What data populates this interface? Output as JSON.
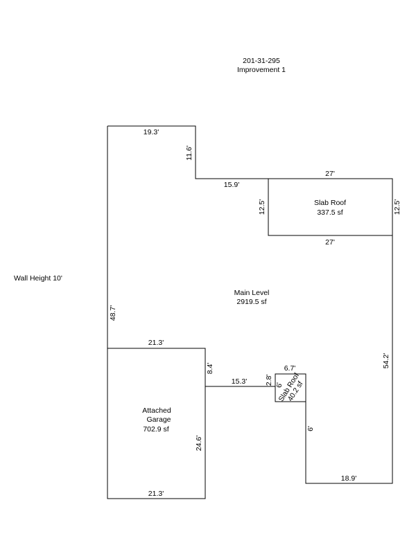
{
  "header": {
    "parcel_id": "201-31-295",
    "improvement": "Improvement 1"
  },
  "wall_height": "Wall Height 10'",
  "main_level": {
    "name": "Main Level",
    "area": "2919.5 sf"
  },
  "slab_roof_upper": {
    "name": "Slab Roof",
    "area": "337.5 sf"
  },
  "slab_roof_small": {
    "name": "Slab Roof",
    "area": "40.2 sf"
  },
  "garage": {
    "name_line1": "Attached",
    "name_line2": "Garage",
    "area": "702.9 sf"
  },
  "dims": {
    "top_left": "19.3'",
    "left_notch": "11.6'",
    "notch_bottom": "15.9'",
    "slab_top": "27'",
    "slab_bottom": "27'",
    "slab_left": "12.5'",
    "slab_right": "12.5'",
    "left_side": "48.7'",
    "right_side": "54.2'",
    "garage_top": "21.3'",
    "garage_bottom": "21.3'",
    "garage_upper_right": "8.4'",
    "garage_right": "24.6'",
    "garage_connector": "15.3'",
    "small_top": "6.7'",
    "small_left_outer": "2.8'",
    "small_left_inner": "6'",
    "small_below": "6'",
    "bottom_right": "18.9'"
  }
}
